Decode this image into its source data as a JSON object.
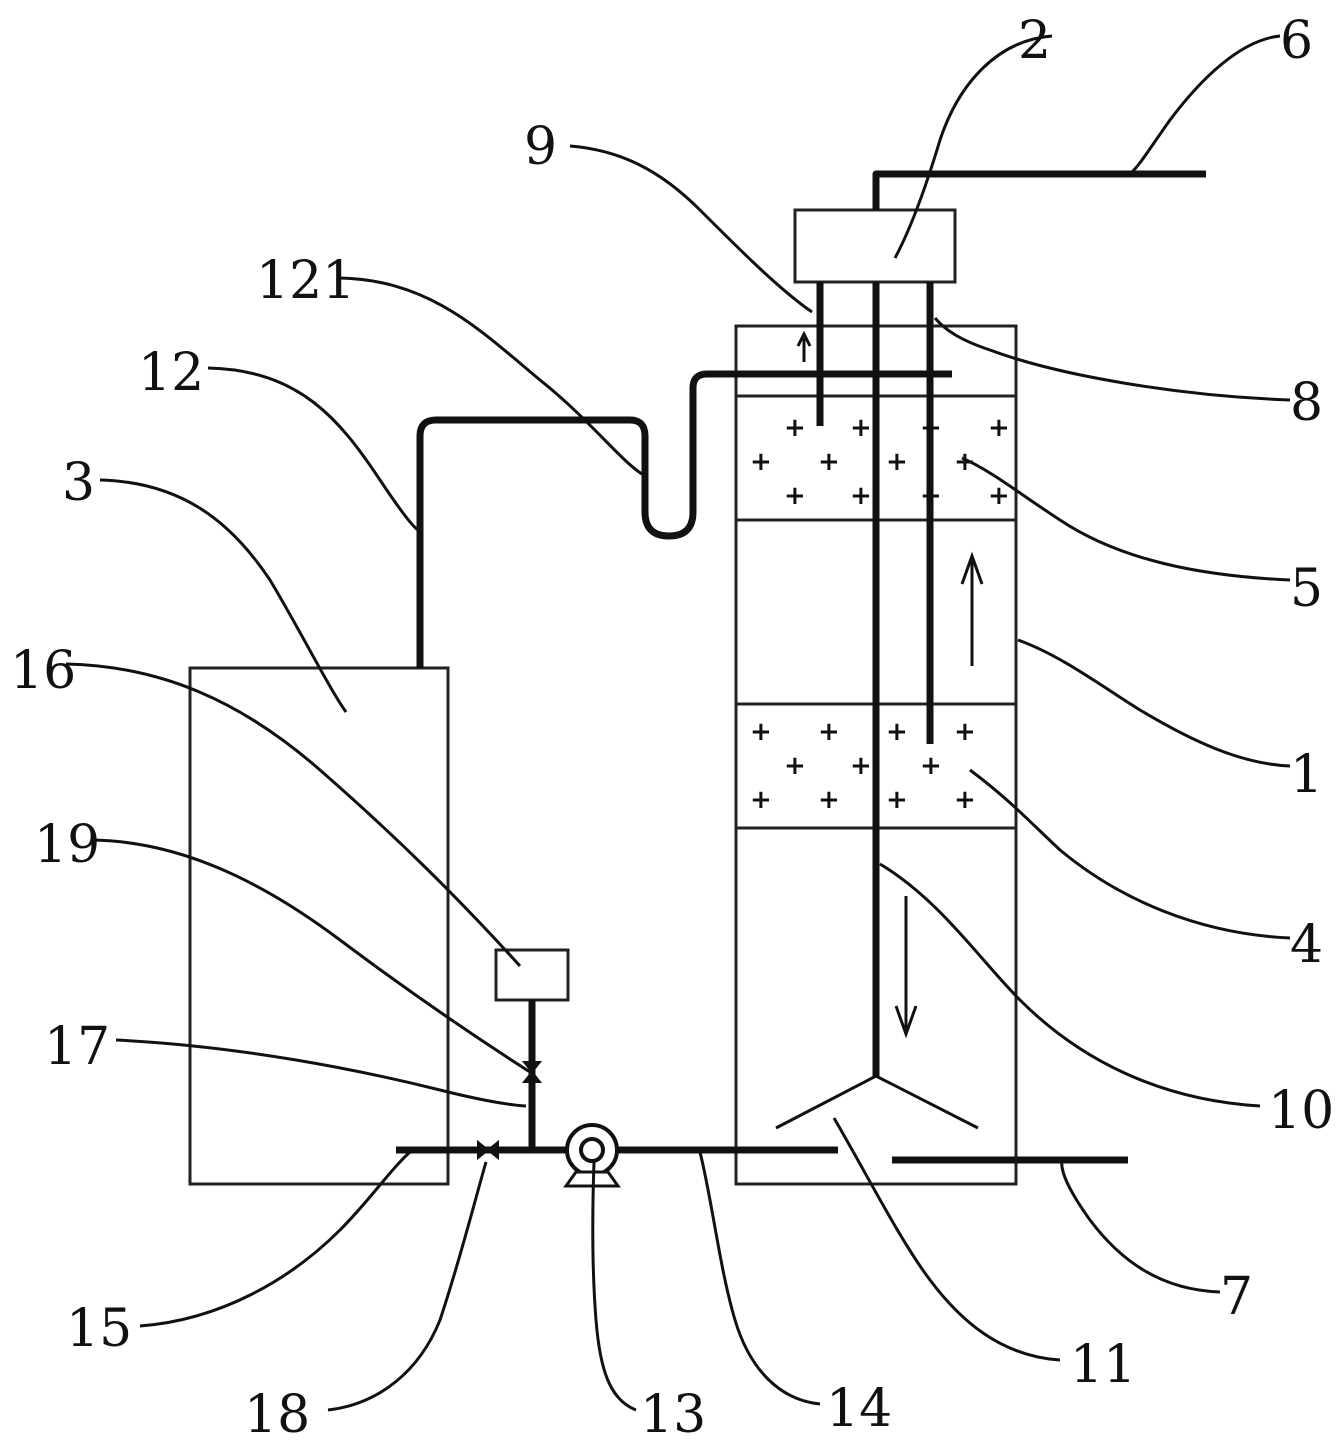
{
  "diagram": {
    "labels": {
      "l1": "1",
      "l2": "2",
      "l3": "3",
      "l4": "4",
      "l5": "5",
      "l6": "6",
      "l7": "7",
      "l8": "8",
      "l9": "9",
      "l10": "10",
      "l11": "11",
      "l12": "12",
      "l121": "121",
      "l13": "13",
      "l14": "14",
      "l15": "15",
      "l16": "16",
      "l17": "17",
      "l18": "18",
      "l19": "19"
    },
    "colors": {
      "stroke": "#111111",
      "background": "#ffffff"
    }
  }
}
